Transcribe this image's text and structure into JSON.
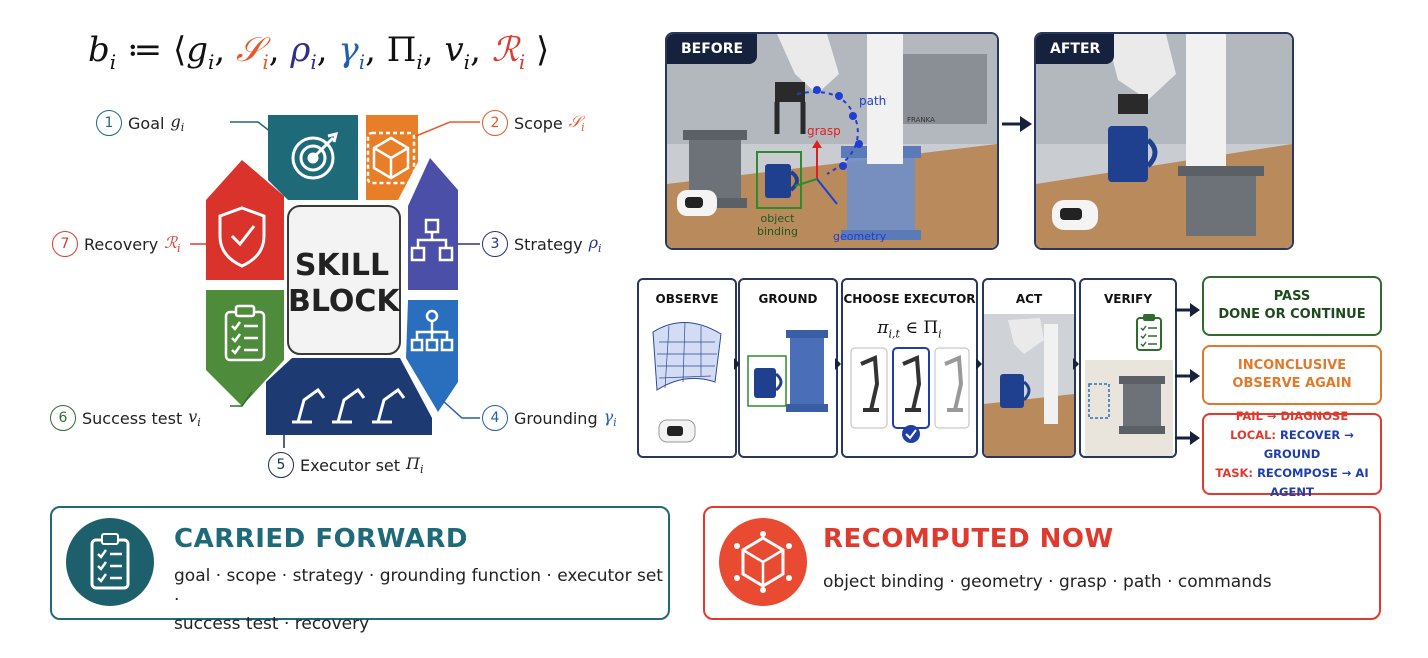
{
  "formula": {
    "lhs": "b",
    "sub": "i",
    "assign": "≔",
    "open": "⟨",
    "close": "⟩",
    "comma": ",",
    "g": "g",
    "S": "𝒮",
    "rho": "ρ",
    "gamma": "γ",
    "Pi": "Π",
    "v": "v",
    "R": "ℛ"
  },
  "components": [
    {
      "num": "1",
      "name": "Goal",
      "sym": "g",
      "sub": "i",
      "color": "#1e6a78"
    },
    {
      "num": "2",
      "name": "Scope",
      "sym": "𝒮",
      "sub": "i",
      "color": "#e8582a"
    },
    {
      "num": "3",
      "name": "Strategy",
      "sym": "ρ",
      "sub": "i",
      "color": "#2b2f8f"
    },
    {
      "num": "4",
      "name": "Grounding",
      "sym": "γ",
      "sub": "i",
      "color": "#1f5fb0"
    },
    {
      "num": "5",
      "name": "Executor set",
      "sym": "Π",
      "sub": "i",
      "color": "#1a2e5a"
    },
    {
      "num": "6",
      "name": "Success test",
      "sym": "v",
      "sub": "i",
      "color": "#2f6b2f"
    },
    {
      "num": "7",
      "name": "Recovery",
      "sym": "ℛ",
      "sub": "i",
      "color": "#e03a2f"
    }
  ],
  "center": {
    "line1": "SKILL",
    "line2": "BLOCK"
  },
  "scene": {
    "before": "BEFORE",
    "after": "AFTER",
    "labels": {
      "path": "path",
      "grasp": "grasp",
      "object1": "object",
      "object2": "binding",
      "geometry": "geometry",
      "robot_brand": "FRANKA"
    }
  },
  "pipeline": {
    "stages": [
      "OBSERVE",
      "GROUND",
      "CHOOSE EXECUTOR",
      "ACT",
      "VERIFY"
    ],
    "executor_formula": "π",
    "executor_sub": "i,t",
    "executor_in": "∈ Π",
    "executor_in_sub": "i"
  },
  "outcomes": {
    "pass": {
      "l1": "PASS",
      "l2": "DONE OR CONTINUE",
      "color": "#2f6b2f"
    },
    "inconclusive": {
      "l1": "INCONCLUSIVE",
      "l2": "OBSERVE AGAIN",
      "color": "#e07a2a"
    },
    "fail": {
      "l1": "FAIL → DIAGNOSE",
      "local_k": "LOCAL:",
      "local_v": "RECOVER → GROUND",
      "task_k": "TASK:",
      "task_v": "RECOMPOSE → AI AGENT",
      "color": "#e03a2f",
      "blue": "#1f3fa8"
    }
  },
  "carried": {
    "title": "CARRIED FORWARD",
    "line1": "goal · scope · strategy · grounding function · executor set ·",
    "line2": "success test · recovery",
    "color": "#1e6a78"
  },
  "recomputed": {
    "title": "RECOMPUTED NOW",
    "line1": "object binding · geometry · grasp · path · commands",
    "color": "#e03a2f"
  }
}
